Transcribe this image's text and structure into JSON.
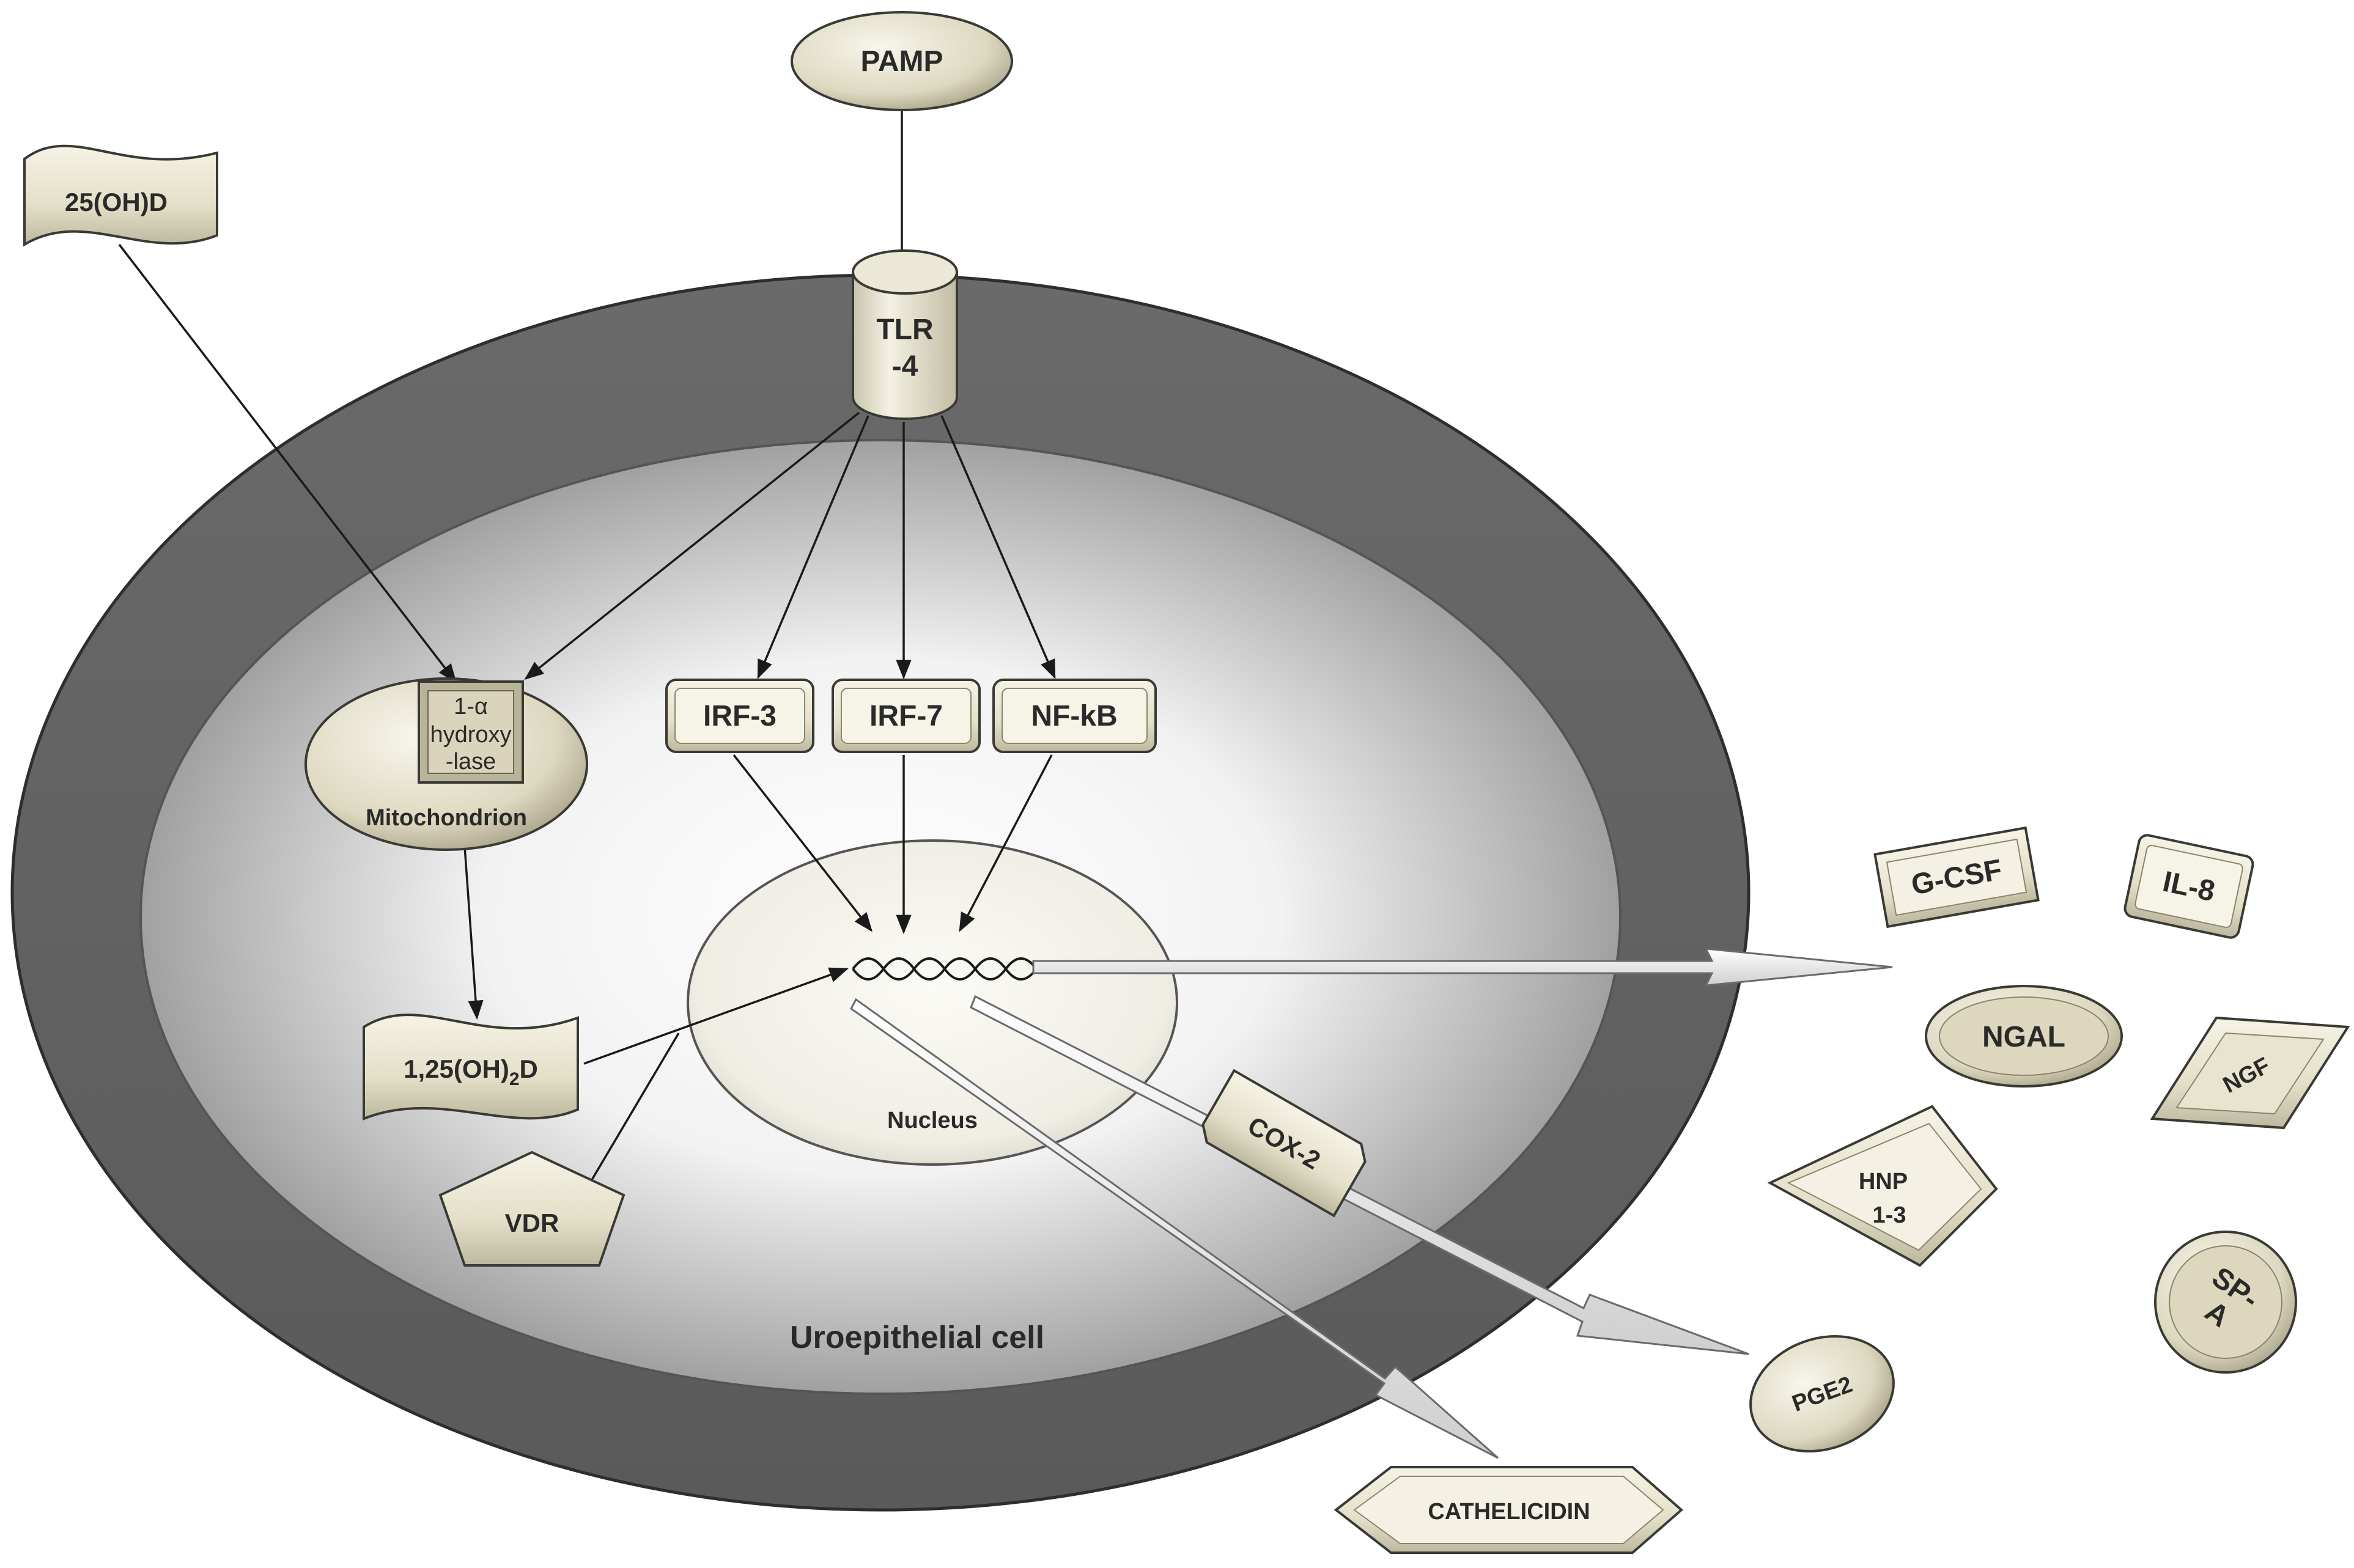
{
  "diagram": {
    "cell_label": "Uroepithelial cell",
    "pamp": "PAMP",
    "tlr": {
      "line1": "TLR",
      "line2": "-4"
    },
    "substrate": "25(OH)D",
    "enzyme": {
      "line1": "1-α",
      "line2": "hydroxy",
      "line3": "-lase"
    },
    "mitochondrion": "Mitochondrion",
    "irf3": "IRF-3",
    "irf7": "IRF-7",
    "nfkb": "NF-kB",
    "nucleus": "Nucleus",
    "calcitriol": {
      "main": "1,25(OH)",
      "sub": "2",
      "tail": "D"
    },
    "vdr": "VDR",
    "cox2": "COX-2",
    "pge2": "PGE2",
    "cathelicidin": "CATHELICIDIN",
    "outputs": {
      "gcsf": "G-CSF",
      "il8": "IL-8",
      "ngal": "NGAL",
      "ngf": "NGF",
      "hnp": {
        "line1": "HNP",
        "line2": "1-3"
      },
      "spa": {
        "line1": "SP-",
        "line2": "A"
      }
    }
  },
  "colors": {
    "outer_membrane": "#6e6e6e",
    "cytoplasm_center": "#ffffff",
    "cytoplasm_edge": "#8a8a8a",
    "shape_fill": "#ece8d6",
    "shape_shade": "#b8b49e",
    "arrow": "#1a1a1a"
  }
}
